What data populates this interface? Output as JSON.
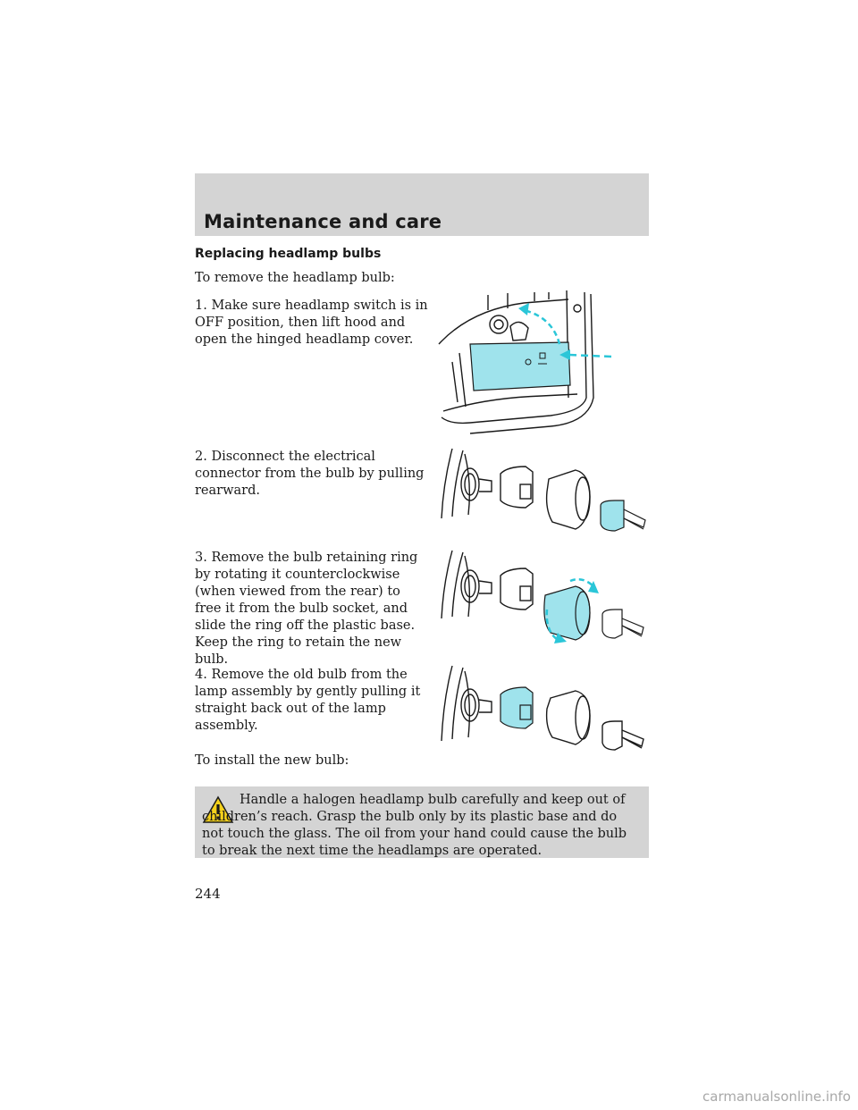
{
  "header": {
    "title": "Maintenance and care"
  },
  "section": {
    "heading": "Replacing headlamp bulbs",
    "intro": "To remove the headlamp bulb:",
    "steps": [
      "1. Make sure headlamp switch is in OFF position, then lift hood and open the hinged headlamp cover.",
      "2. Disconnect the electrical connector from the bulb by pulling rearward.",
      "3. Remove the bulb retaining ring by rotating it counterclockwise (when viewed from the rear) to free it from the bulb socket, and slide the ring off the plastic base. Keep the ring to retain the new bulb.",
      "4. Remove the old bulb from the lamp assembly by gently pulling it straight back out of the lamp assembly."
    ],
    "install_intro": "To install the new bulb:"
  },
  "warning": {
    "icon": "warning-triangle-icon",
    "text": "Handle a halogen headlamp bulb carefully and keep out of children’s reach. Grasp the bulb only by its plastic base and do not touch the glass. The oil from your hand could cause the bulb to break the next time the headlamps are operated."
  },
  "colors": {
    "highlight": "#9fe3ec",
    "arrow": "#2bc6d8",
    "band": "#d4d4d4"
  },
  "page_number": "244",
  "watermark": "carmanualsonline.info"
}
